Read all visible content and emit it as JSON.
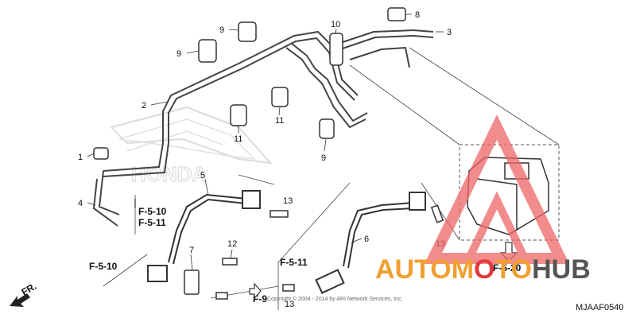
{
  "callouts": {
    "c1": "1",
    "c2": "2",
    "c3": "3",
    "c4": "4",
    "c5": "5",
    "c6": "6",
    "c7": "7",
    "c8": "8",
    "c9a": "9",
    "c9b": "9",
    "c9c": "9",
    "c10": "10",
    "c11a": "11",
    "c11b": "11",
    "c12": "12",
    "c13a": "13",
    "c13b": "13",
    "c13c": "13"
  },
  "refs": {
    "f510a": "F-5-10",
    "f511a": "F-5-11",
    "f510b": "F-5-10",
    "f511b": "F-5-11",
    "f9": "F-9",
    "f520": "F-5-20",
    "fr": "FR."
  },
  "watermark": {
    "part1": "AUTOM",
    "part2": "O",
    "part3": "TO",
    "part4": "HUB"
  },
  "brand_logo": "HONDA",
  "part_code": "MJAAF0540",
  "copyright": "Copyright © 2004 - 2014 by ARI Network Services, Inc.",
  "colors": {
    "orange": "#f0a030",
    "grey": "#555555",
    "red": "#e03a3a"
  }
}
